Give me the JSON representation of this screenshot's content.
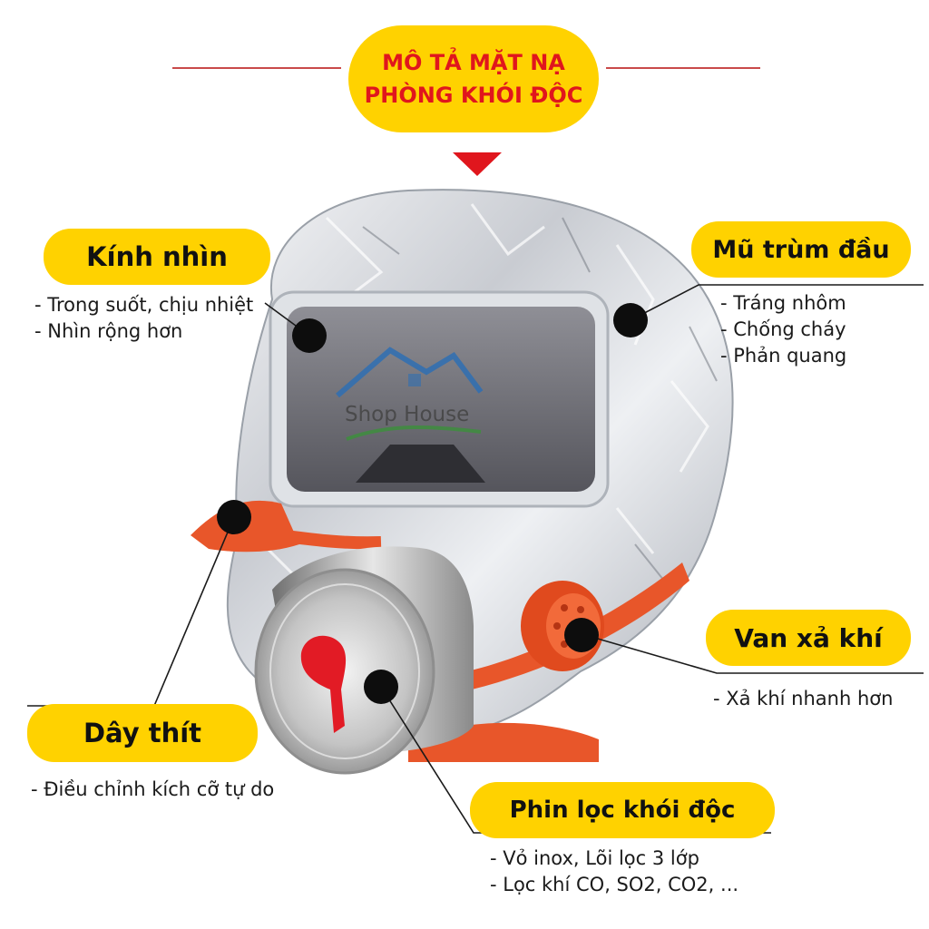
{
  "title": {
    "line1": "MÔ TẢ MẶT NẠ",
    "line2": "PHÒNG KHÓI ĐỘC"
  },
  "watermark": {
    "text": "Shop House"
  },
  "labels": {
    "lens": {
      "title": "Kính nhìn",
      "lines": [
        "- Trong suốt, chịu nhiệt",
        "- Nhìn rộng hơn"
      ]
    },
    "hood": {
      "title": "Mũ trùm đầu",
      "lines": [
        "- Tráng nhôm",
        "- Chống cháy",
        "- Phản quang"
      ]
    },
    "valve": {
      "title": "Van xả khí",
      "lines": [
        "- Xả khí nhanh hơn"
      ]
    },
    "strap": {
      "title": "Dây thít",
      "lines": [
        "- Điều chỉnh kích cỡ tự do"
      ]
    },
    "filter": {
      "title": "Phin lọc khói độc",
      "lines": [
        "- Vỏ inox, Lõi lọc 3 lớp",
        "- Lọc khí CO, SO2, CO2, ..."
      ]
    }
  },
  "colors": {
    "pill": "#ffd200",
    "title_text": "#e0161d",
    "accent": "#e0161d",
    "strap": "#e8562a"
  }
}
